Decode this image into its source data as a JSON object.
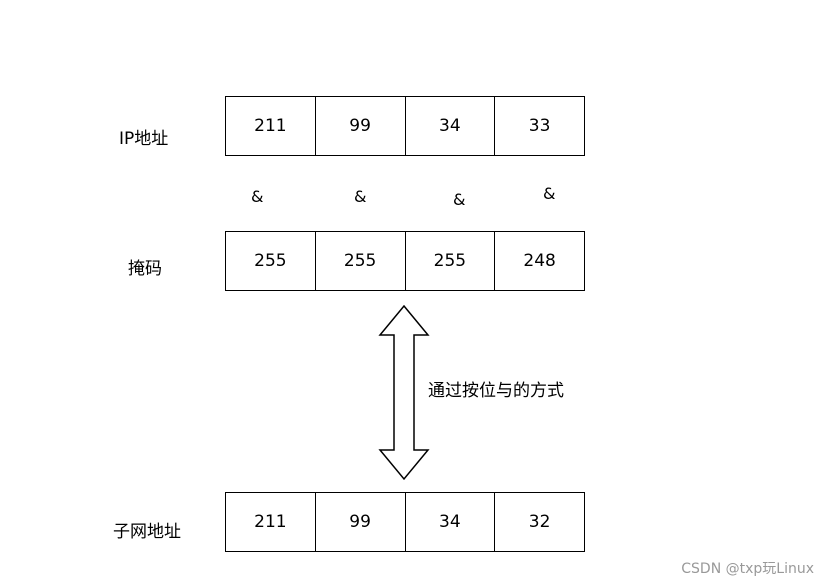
{
  "rows": [
    {
      "label": "IP地址",
      "cells": [
        "211",
        "99",
        "34",
        "33"
      ]
    },
    {
      "label": "掩码",
      "cells": [
        "255",
        "255",
        "255",
        "248"
      ]
    },
    {
      "label": "子网地址",
      "cells": [
        "211",
        "99",
        "34",
        "32"
      ]
    }
  ],
  "operators": [
    "&",
    "&",
    "&",
    "&"
  ],
  "arrow_label": "通过按位与的方式",
  "watermark": "CSDN @txp玩Linux"
}
